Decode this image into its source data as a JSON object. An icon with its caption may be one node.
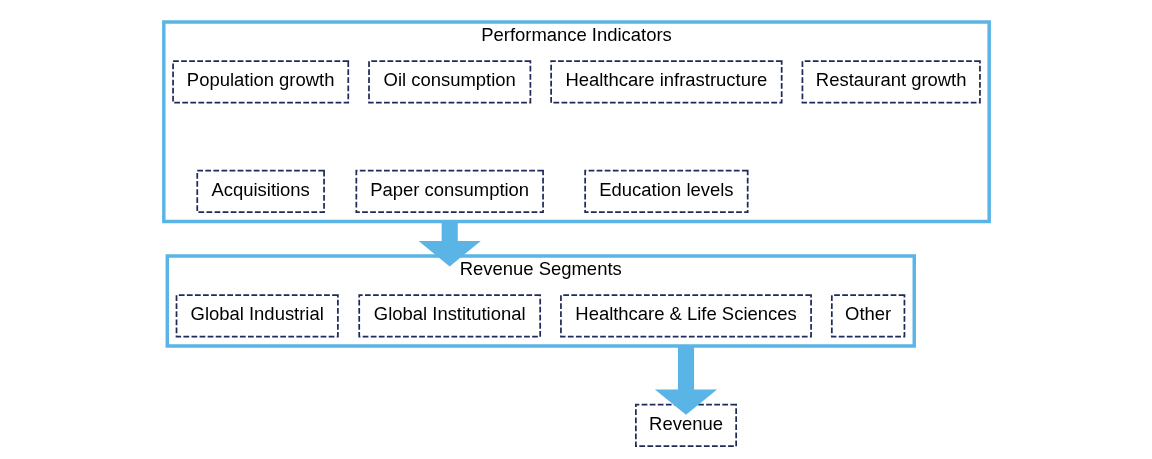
{
  "diagram": {
    "nodes": [
      {
        "text": [
          "Performance Indicators"
        ]
      },
      {
        "text": [
          "Population growth"
        ],
        "in": 0
      },
      {
        "text": [
          "Oil consumption"
        ],
        "in": 0
      },
      {
        "text": [
          "Healthcare infrastructure"
        ],
        "in": 0
      },
      {
        "text": [
          "Restaurant growth"
        ],
        "in": 0
      },
      {
        "text": [
          "Acquisitions"
        ],
        "in": 0
      },
      {
        "text": [
          "Paper consumption"
        ],
        "in": 0
      },
      {
        "text": [
          "Education levels"
        ],
        "in": 0
      },
      {
        "text": [
          "Revenue Segments"
        ]
      },
      {
        "text": [
          "Global Industrial"
        ],
        "in": 8
      },
      {
        "text": [
          "Global Institutional"
        ],
        "in": 8
      },
      {
        "text": [
          "Healthcare & Life Sciences"
        ],
        "in": 8
      },
      {
        "text": [
          "Other"
        ],
        "in": 8
      },
      {
        "text": [
          "Revenue"
        ]
      }
    ],
    "edges": [
      {
        "from": 0,
        "to": 8,
        "arrow": "to"
      },
      {
        "from": 8,
        "to": 13,
        "arrow": "to"
      }
    ]
  }
}
